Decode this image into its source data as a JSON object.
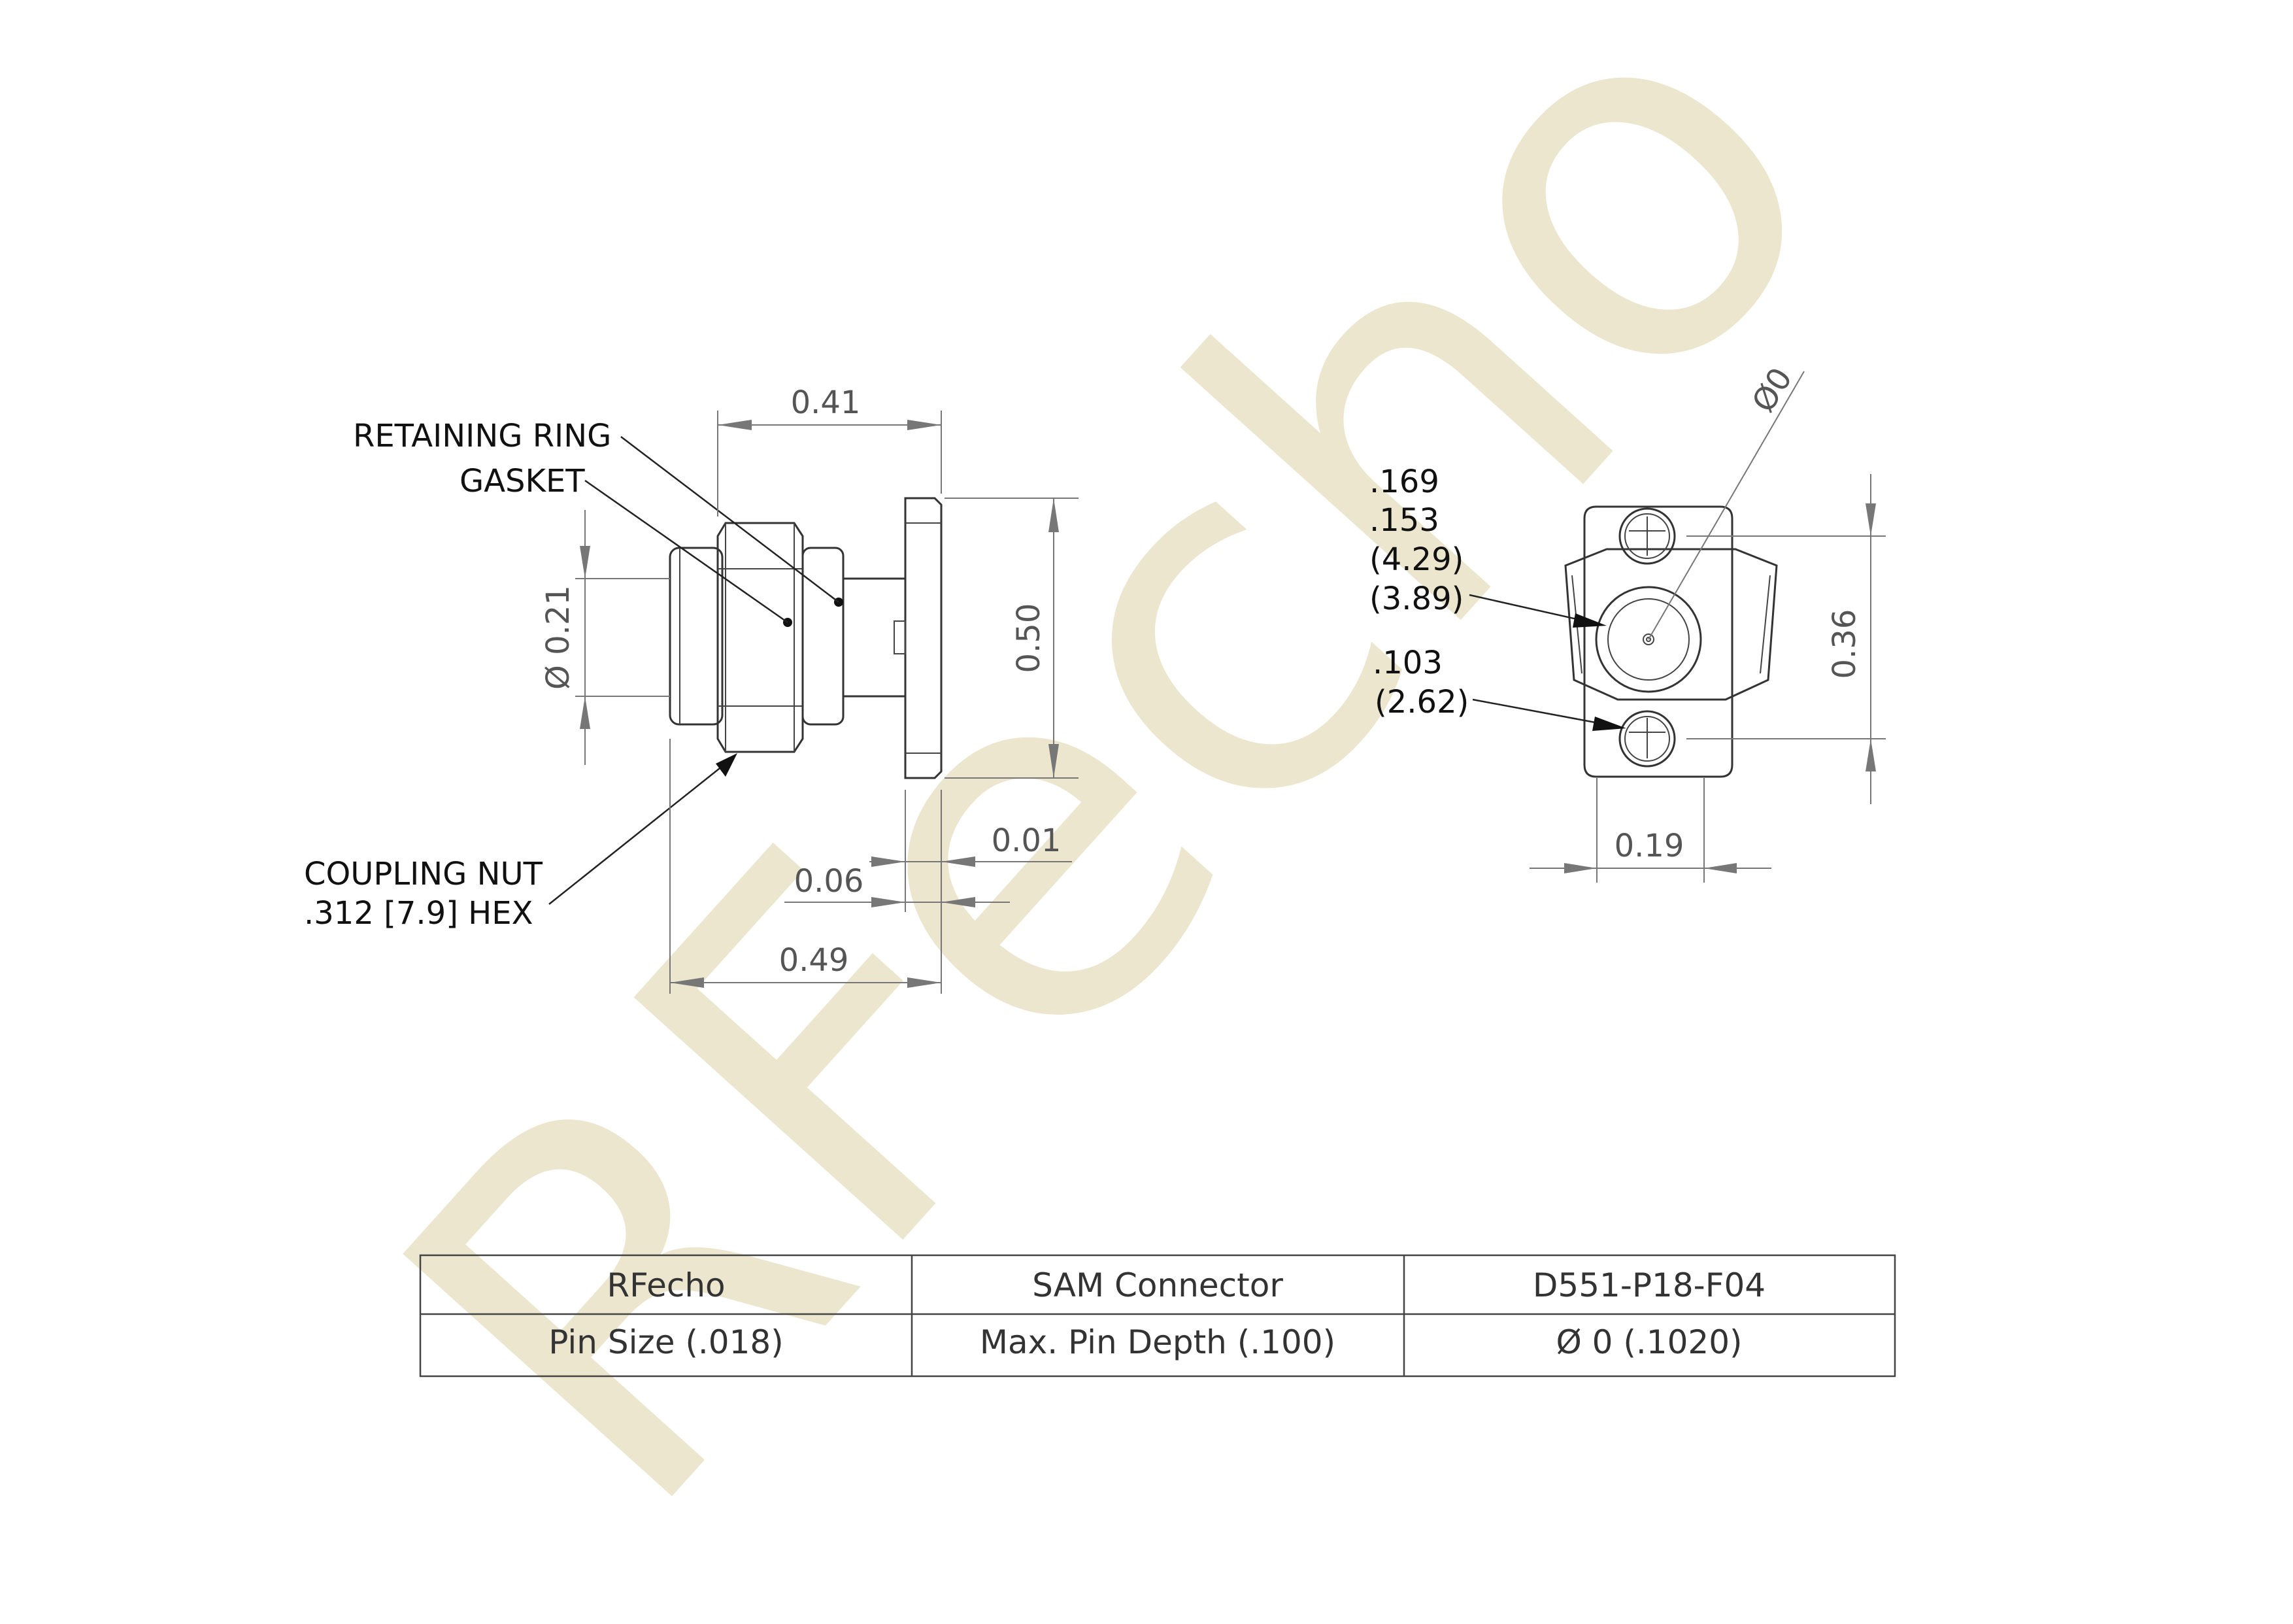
{
  "watermark": {
    "text": "RFecho",
    "color": "#ece6cf"
  },
  "side_view": {
    "callouts": {
      "retaining_ring": "RETAINING RING",
      "gasket": "GASKET",
      "coupling_nut_line1": "COUPLING NUT",
      "coupling_nut_line2": ".312 [7.9] HEX"
    },
    "dims": {
      "overall_top": "0.41",
      "flange_height": "0.50",
      "body_diameter": "Ø 0.21",
      "flange_gap": "0.01",
      "flange_thickness": "0.06",
      "overall_bottom": "0.49"
    }
  },
  "end_view": {
    "dims": {
      "diameter_angled": "Ø0",
      "hole_height": "0.36",
      "hole_width": "0.19",
      "large_line1": ".169",
      "large_line2": ".153",
      "large_line3": "(4.29)",
      "large_line4": "(3.89)",
      "small_line1": ".103",
      "small_line2": "(2.62)"
    }
  },
  "table": {
    "rows": [
      [
        "RFecho",
        "SAM Connector",
        "D551-P18-F04"
      ],
      [
        "Pin Size (.018)",
        "Max. Pin Depth (.100)",
        "Ø 0 (.1020)"
      ]
    ]
  }
}
